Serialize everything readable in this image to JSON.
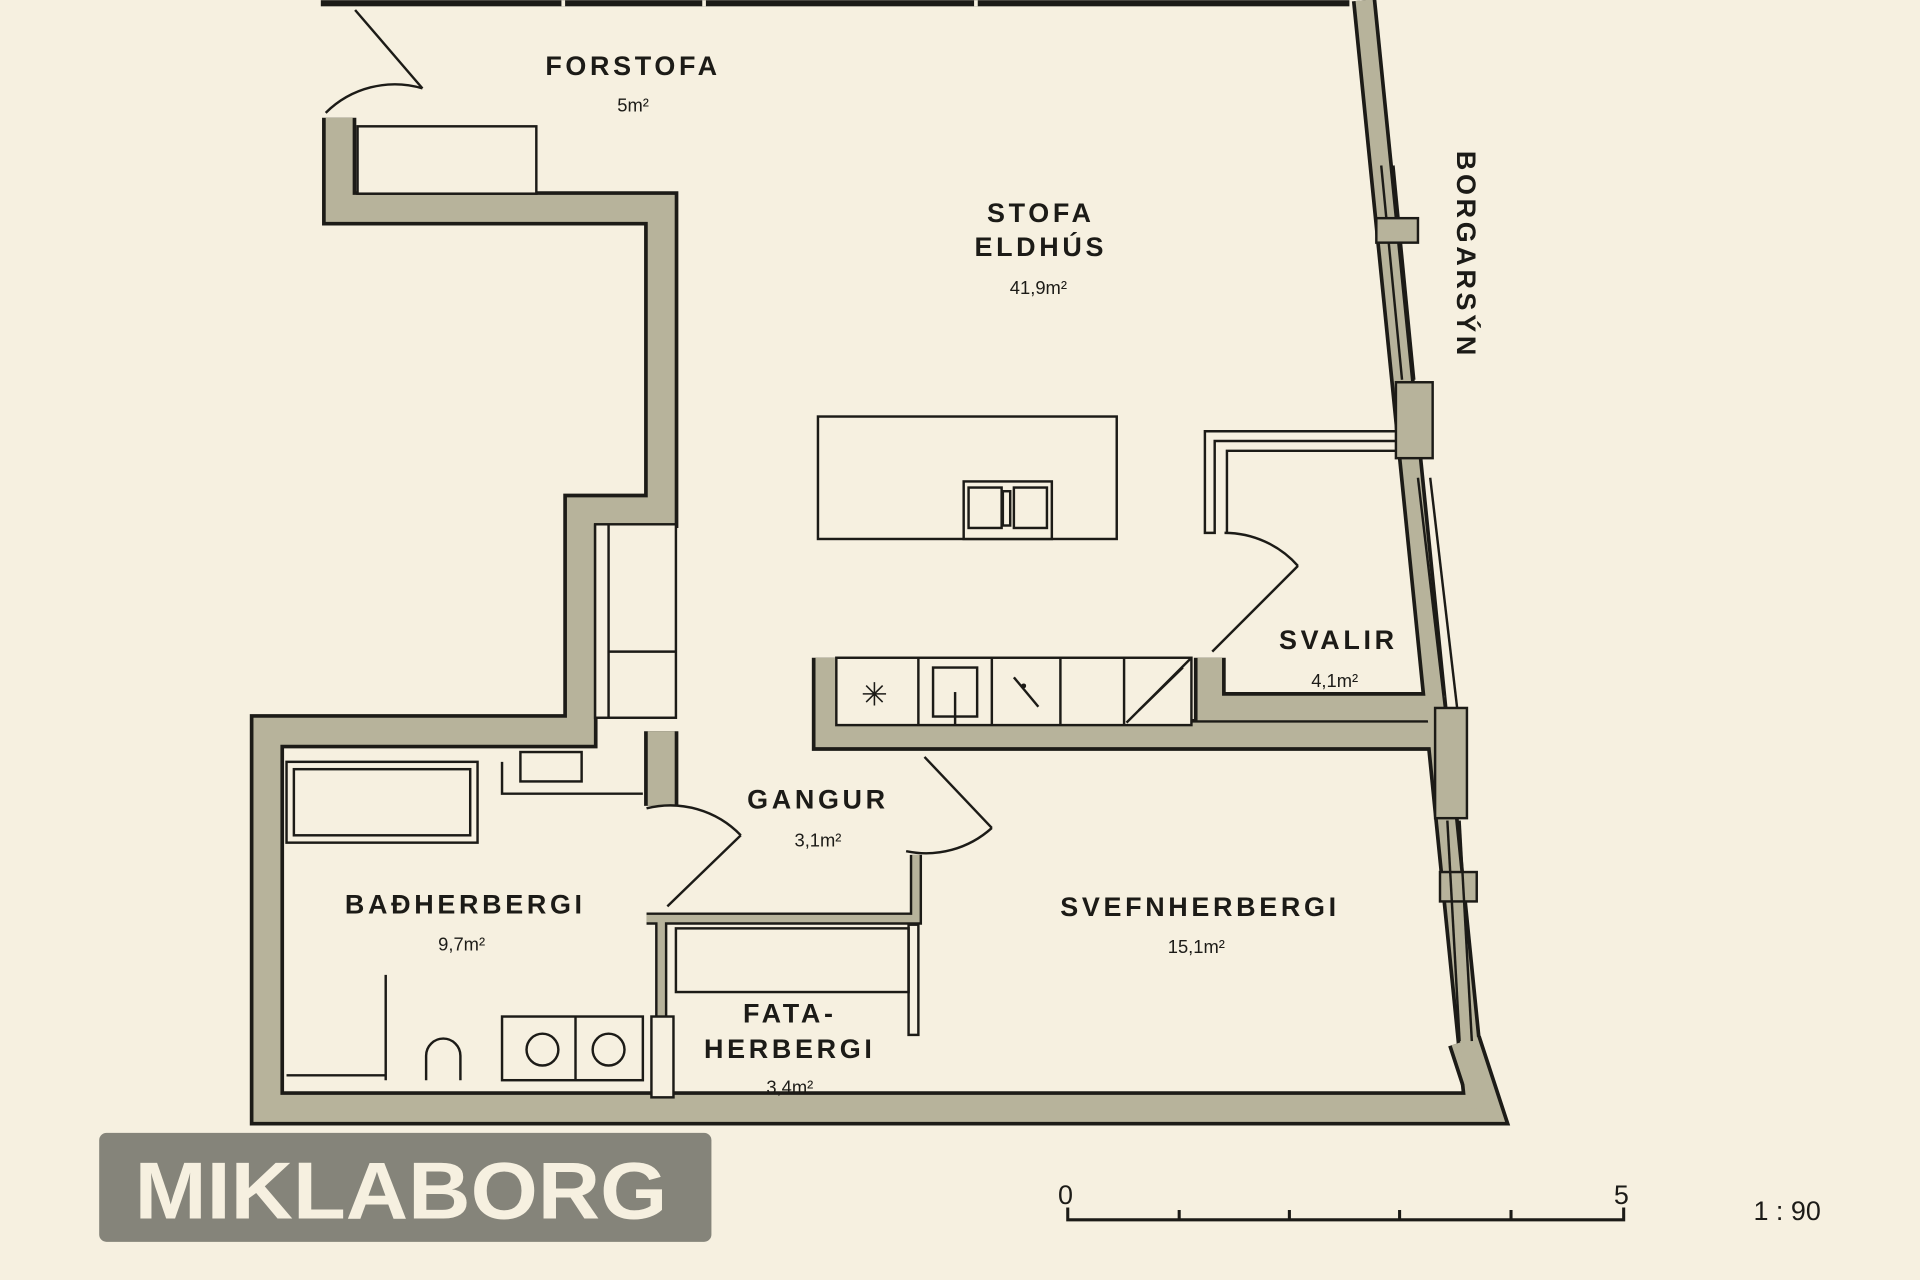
{
  "rooms": {
    "forstofa": {
      "name": "FORSTOFA",
      "area": "5m²"
    },
    "stofa": {
      "name1": "STOFA",
      "name2": "ELDHÚS",
      "area": "41,9m²"
    },
    "svalir": {
      "name": "SVALIR",
      "area": "4,1m²"
    },
    "gangur": {
      "name": "GANGUR",
      "area": "3,1m²"
    },
    "badherbergi": {
      "name": "BAÐHERBERGI",
      "area": "9,7m²"
    },
    "svefnherbergi": {
      "name": "SVEFNHERBERGI",
      "area": "15,1m²"
    },
    "fataherbergi": {
      "name1": "FATA-",
      "name2": "HERBERGI",
      "area": "3,4m²"
    }
  },
  "street": "BORGARSÝN",
  "logo": "MIKLABORG",
  "scale": {
    "start": "0",
    "end": "5",
    "ratio": "1 : 90"
  },
  "colors": {
    "background": "#f6f0e0",
    "wall": "#b7b39b",
    "line": "#1c1b17",
    "logo_bg": "#85847a"
  }
}
